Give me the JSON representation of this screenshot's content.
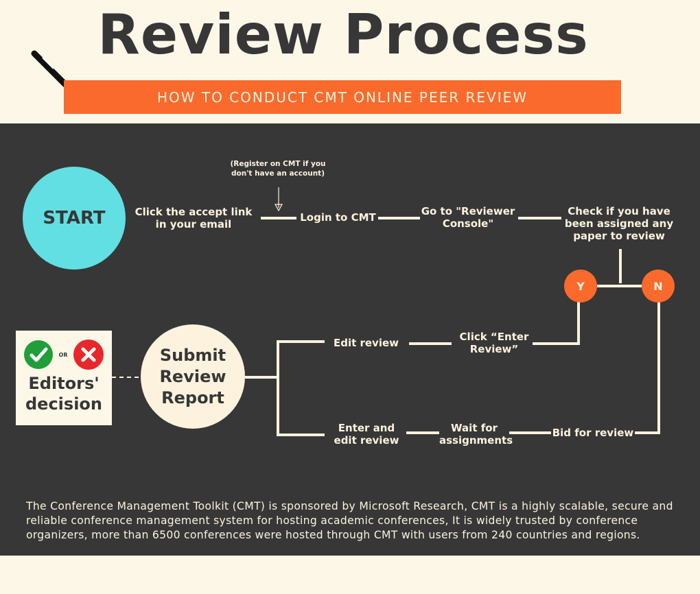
{
  "title": "Review Process",
  "banner": "HOW TO CONDUCT CMT ONLINE PEER REVIEW",
  "note": "(Register on CMT if you don't have an account)",
  "nodes": {
    "start": "START",
    "accept_link": "Click the accept link in your email",
    "login": "Login to CMT",
    "reviewer_console": "Go to \"Reviewer Console\"",
    "check_assigned": "Check if you have been assigned any paper to review",
    "yes": "Y",
    "no": "N",
    "click_enter": "Click “Enter Review”",
    "edit_review": "Edit review",
    "submit": "Submit Review Report",
    "enter_edit": "Enter and edit review",
    "wait": "Wait for assignments",
    "bid": "Bid for review"
  },
  "decision": {
    "or": "OR",
    "label": "Editors' decision"
  },
  "description": "The Conference Management Toolkit (CMT) is sponsored by Microsoft Research, CMT is a highly scalable, secure and reliable conference management system for hosting academic conferences, It is widely trusted by conference organizers, more than 6500 conferences were hosted through CMT with users from 240 countries and regions.",
  "colors": {
    "panel": "#373737",
    "accent": "#fa6a2c",
    "start": "#62dfe3",
    "cream": "#fdf2de",
    "approve": "#1f9e3a",
    "reject": "#e8262b"
  }
}
